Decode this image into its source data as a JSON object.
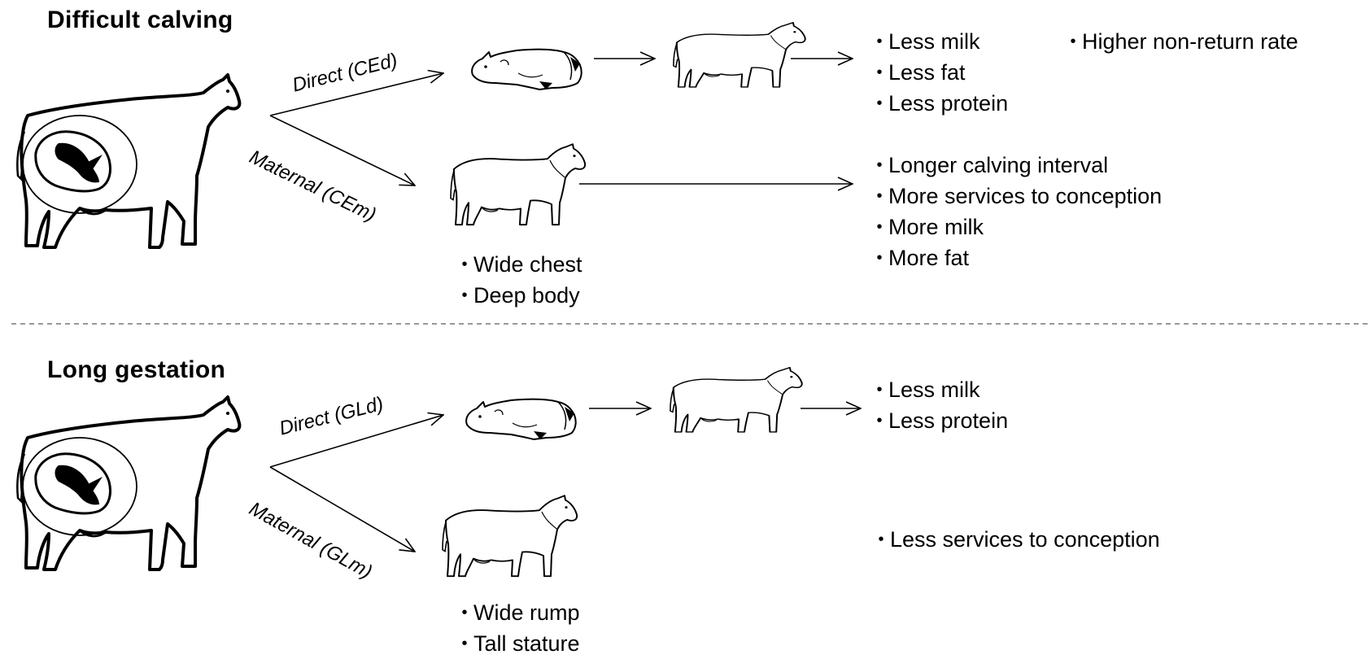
{
  "colors": {
    "line": "#000000",
    "divider": "#777777",
    "background": "#ffffff"
  },
  "icons": {
    "cow": "cow-outline-icon",
    "calf": "lying-calf-icon",
    "pregnant_cow": "pregnant-cow-icon"
  },
  "difficult_calving": {
    "title": "Difficult calving",
    "direct_label": "Direct (CEd)",
    "maternal_label": "Maternal (CEm)",
    "direct_outcomes": [
      "Less milk",
      "Less fat",
      "Less protein"
    ],
    "direct_outcomes_extra": [
      "Higher non-return rate"
    ],
    "maternal_outcomes": [
      "Longer calving interval",
      "More services to conception",
      "More milk",
      "More fat"
    ],
    "maternal_traits": [
      "Wide chest",
      "Deep body"
    ]
  },
  "long_gestation": {
    "title": "Long gestation",
    "direct_label": "Direct (GLd)",
    "maternal_label": "Maternal (GLm)",
    "direct_outcomes": [
      "Less milk",
      "Less protein"
    ],
    "maternal_outcomes": [
      "Less services to conception"
    ],
    "maternal_traits": [
      "Wide rump",
      "Tall stature"
    ]
  }
}
